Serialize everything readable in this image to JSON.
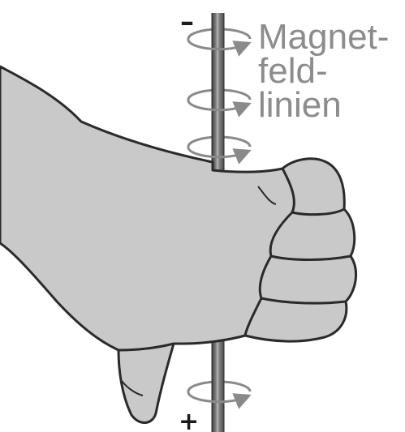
{
  "labels": {
    "line1": "Magnet-",
    "line2": "feld-",
    "line3": "linien"
  },
  "signs": {
    "top": "–",
    "bottom": "+"
  },
  "colors": {
    "hand_fill": "#c9c9c9",
    "hand_outline": "#2a2a2a",
    "field_lines": "#8a8a8a",
    "label_text": "#8c8c8c",
    "wire": "#6e6e6e"
  },
  "icons": {
    "hand": "right-hand-thumb-down-icon",
    "wire": "conductor-wire-icon",
    "field": "field-line-loop-icon"
  }
}
